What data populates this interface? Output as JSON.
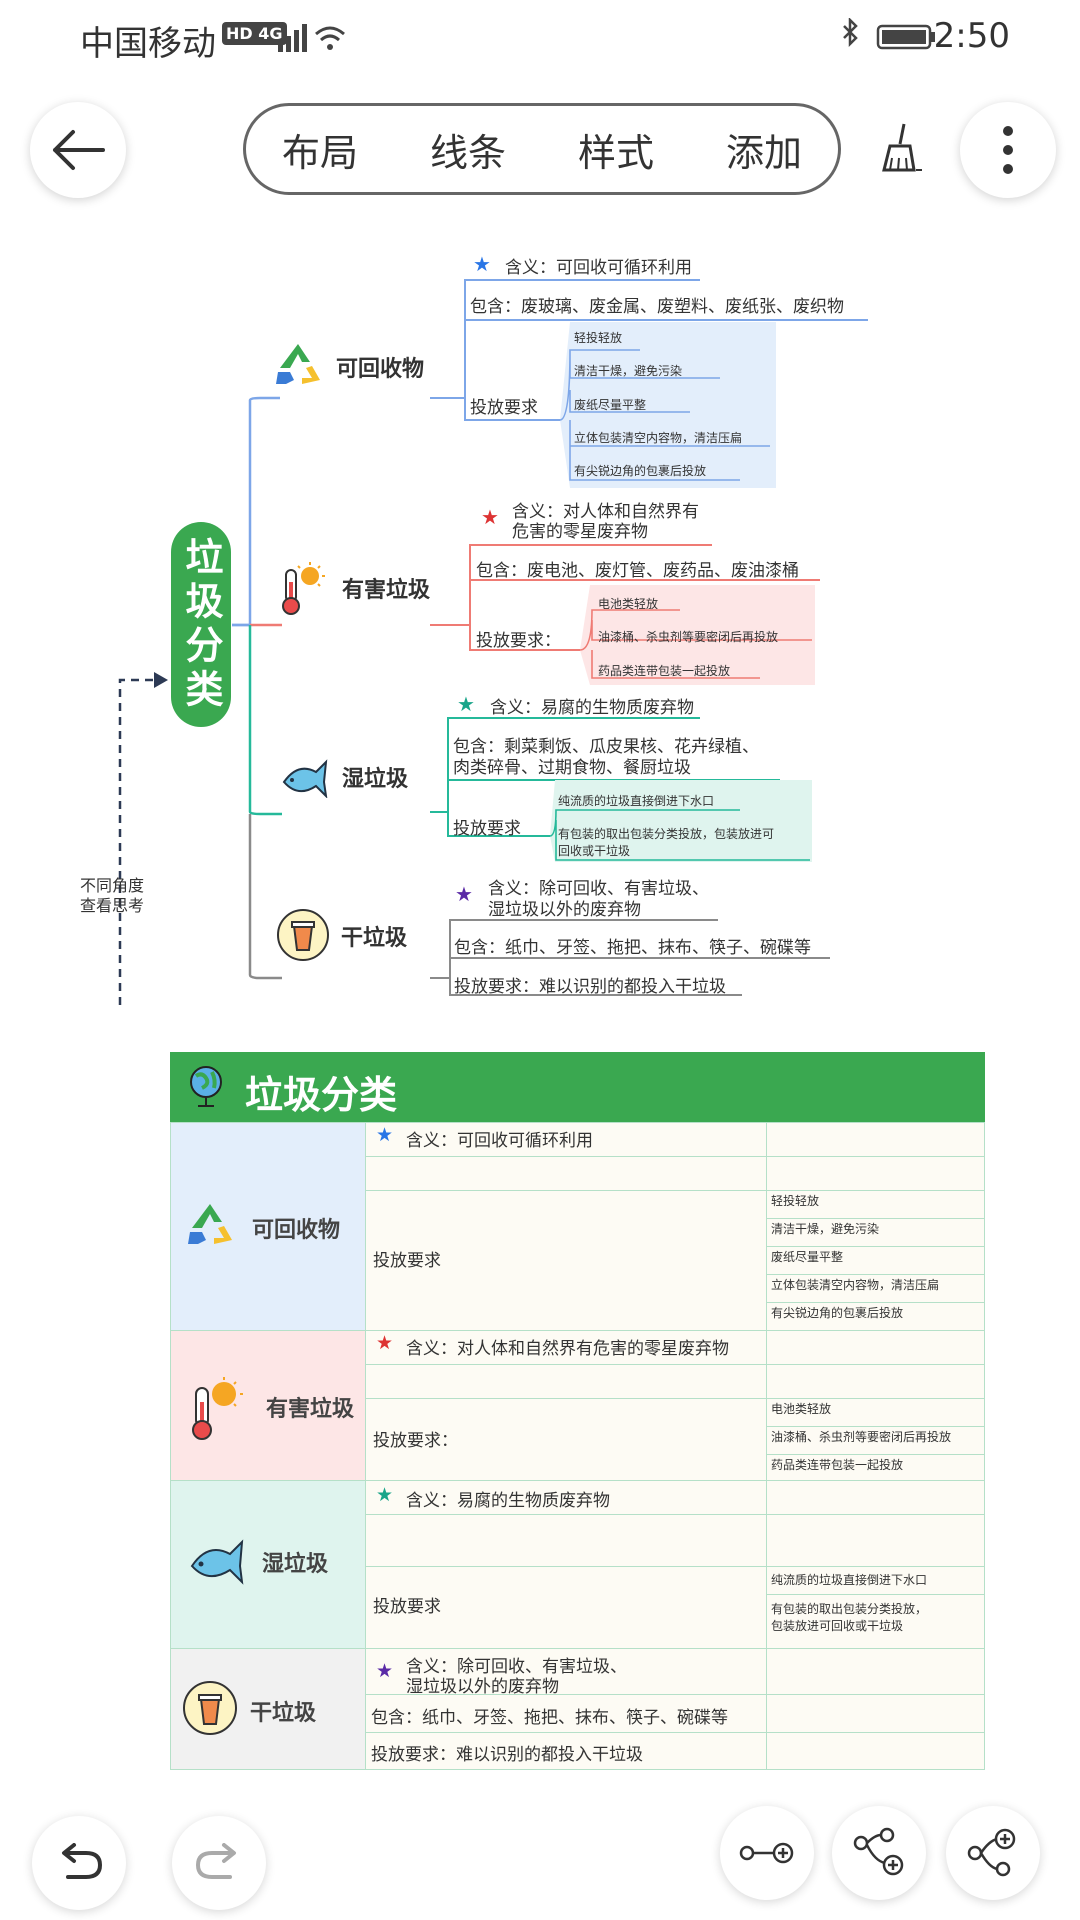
{
  "status": {
    "carrier": "中国移动",
    "network": "HD 4G",
    "time": "2:50"
  },
  "toolbar": {
    "tabs": [
      "布局",
      "线条",
      "样式",
      "添加"
    ]
  },
  "mindmap": {
    "root": "垃圾分类",
    "side_note": [
      "不同角度",
      "查看思考"
    ],
    "recyclable": {
      "name": "可回收物",
      "meaning": "含义：可回收可循环利用",
      "contains": "包含：废玻璃、废金属、废塑料、废纸张、废织物",
      "req_label": "投放要求",
      "reqs": [
        "轻投轻放",
        "清洁干燥，避免污染",
        "废纸尽量平整",
        "立体包装清空内容物，清洁压扁",
        "有尖锐边角的包裹后投放"
      ]
    },
    "hazardous": {
      "name": "有害垃圾",
      "meaning1": "含义：对人体和自然界有",
      "meaning2": "危害的零星废弃物",
      "contains": "包含：废电池、废灯管、废药品、废油漆桶",
      "req_label": "投放要求：",
      "reqs": [
        "电池类轻放",
        "油漆桶、杀虫剂等要密闭后再投放",
        "药品类连带包装一起投放"
      ]
    },
    "wet": {
      "name": "湿垃圾",
      "meaning": "含义：易腐的生物质废弃物",
      "contains1": "包含：剩菜剩饭、瓜皮果核、花卉绿植、",
      "contains2": "肉类碎骨、过期食物、餐厨垃圾",
      "req_label": "投放要求",
      "reqs": [
        "纯流质的垃圾直接倒进下水口",
        "有包装的取出包装分类投放，包装放进可",
        "回收或干垃圾"
      ]
    },
    "dry": {
      "name": "干垃圾",
      "meaning1": "含义：除可回收、有害垃圾、",
      "meaning2": "湿垃圾以外的废弃物",
      "contains": "包含：纸巾、牙签、拖把、抹布、筷子、碗碟等",
      "req": "投放要求：难以识别的都投入干垃圾"
    }
  },
  "table": {
    "title": "垃圾分类",
    "recyclable": {
      "name": "可回收物",
      "meaning": "含义：可回收可循环利用",
      "req_label": "投放要求",
      "reqs": [
        "轻投轻放",
        "清洁干燥，避免污染",
        "废纸尽量平整",
        "立体包装清空内容物，清洁压扁",
        "有尖锐边角的包裹后投放"
      ]
    },
    "hazardous": {
      "name": "有害垃圾",
      "meaning": "含义：对人体和自然界有危害的零星废弃物",
      "req_label": "投放要求：",
      "reqs": [
        "电池类轻放",
        "油漆桶、杀虫剂等要密闭后再投放",
        "药品类连带包装一起投放"
      ]
    },
    "wet": {
      "name": "湿垃圾",
      "meaning": "含义：易腐的生物质废弃物",
      "req_label": "投放要求",
      "reqs": [
        "纯流质的垃圾直接倒进下水口",
        "有包装的取出包装分类投放，",
        "包装放进可回收或干垃圾"
      ]
    },
    "dry": {
      "name": "干垃圾",
      "meaning1": "含义：除可回收、有害垃圾、",
      "meaning2": "湿垃圾以外的废弃物",
      "contains": "包含：纸巾、牙签、拖把、抹布、筷子、碗碟等",
      "req": "投放要求：难以识别的都投入干垃圾"
    }
  },
  "colors": {
    "root": "#3aa850",
    "recyclable": "#7da6e8",
    "hazardous": "#ef7b74",
    "wet": "#25b99a",
    "dry": "#8a8a8a",
    "recyclable_bg": "#e3eefb",
    "hazardous_bg": "#fde6e6",
    "wet_bg": "#dff4ee",
    "dry_bg": "#f1f1f1"
  },
  "icons": [
    "back-arrow-icon",
    "broom-icon",
    "more-vertical-icon",
    "recycle-icon",
    "thermometer-sun-icon",
    "fish-icon",
    "cup-icon",
    "star-icon",
    "globe-icon",
    "undo-icon",
    "redo-icon",
    "add-sibling-icon",
    "add-child-icon",
    "add-parent-icon"
  ]
}
